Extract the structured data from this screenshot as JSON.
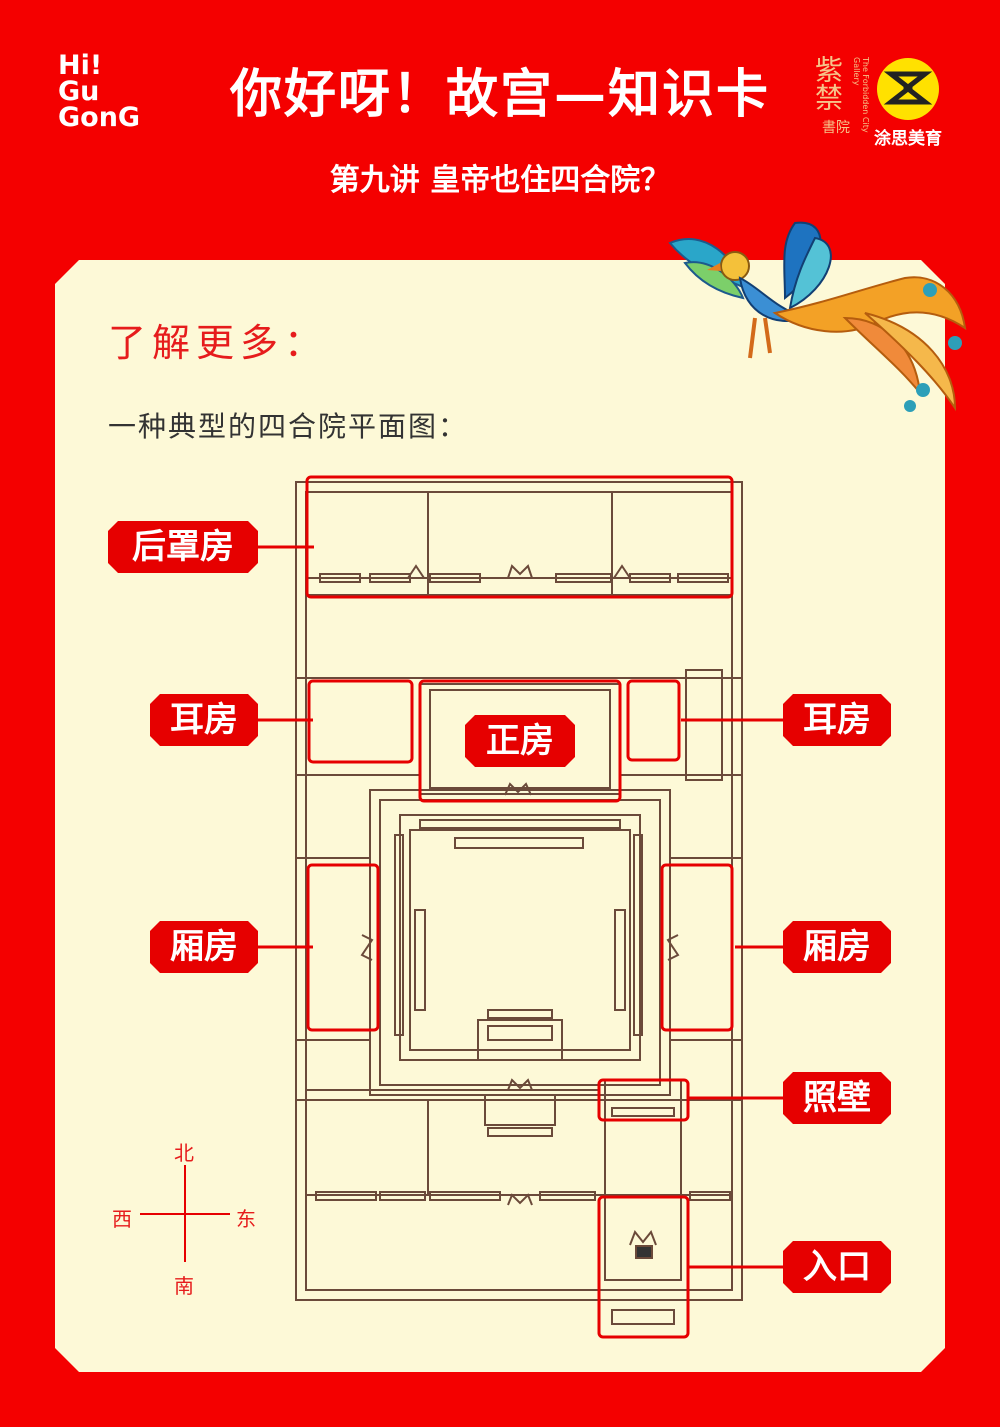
{
  "header": {
    "logo_lines": [
      "Hi!",
      "Gu",
      "GonG"
    ],
    "title": "你好呀！故宫—知识卡",
    "subtitle": "第九讲 皇帝也住四合院？",
    "brand1_big": "紫禁",
    "brand1_small": "書院",
    "brand1_en": "The Forbidden City Gallery",
    "brand2_name": "涂思美育"
  },
  "content": {
    "heading": "了解更多：",
    "caption": "一种典型的四合院平面图："
  },
  "labels": {
    "back_house": "后罩房",
    "ear_left": "耳房",
    "main_house": "正房",
    "ear_right": "耳房",
    "wing_left": "厢房",
    "wing_right": "厢房",
    "screen_wall": "照壁",
    "entrance": "入口"
  },
  "compass": {
    "north": "北",
    "south": "南",
    "west": "西",
    "east": "东"
  },
  "colors": {
    "background": "#f40000",
    "card": "#fdf9d7",
    "highlight": "#e60000",
    "plan_line": "#6b4a3a"
  }
}
